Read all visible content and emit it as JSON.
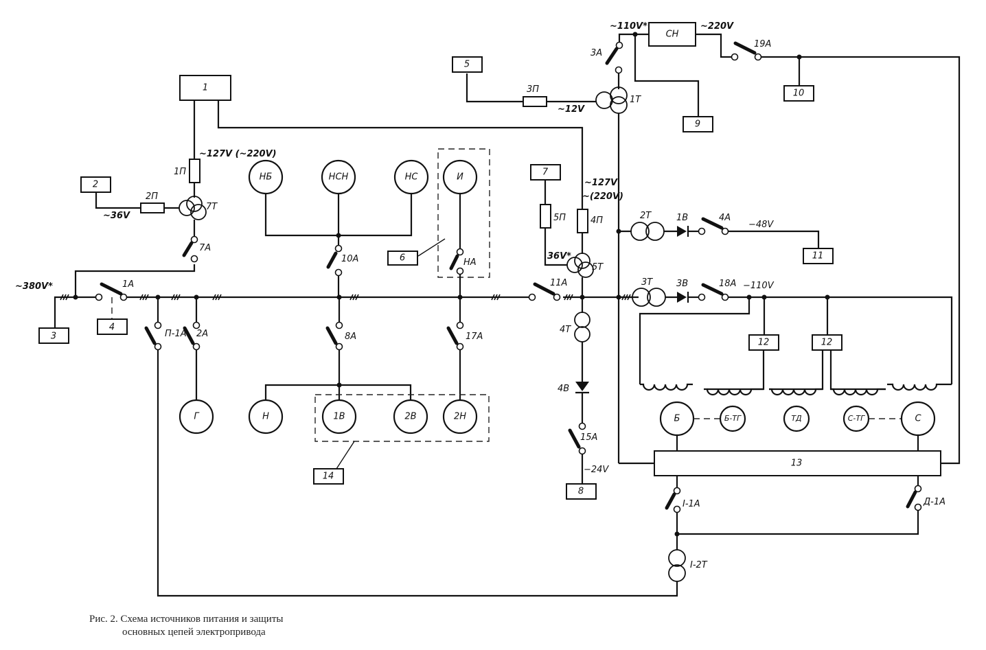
{
  "caption": {
    "line1": "Рис. 2. Схема источников питания и защиты",
    "line2": "основных цепей электропривода"
  },
  "blocks": {
    "b1": "1",
    "b2": "2",
    "b3": "3",
    "b4": "4",
    "b5": "5",
    "b6": "6",
    "b7": "7",
    "b8": "8",
    "b9": "9",
    "b10": "10",
    "b11": "11",
    "b12a": "12",
    "b12b": "12",
    "b13": "13",
    "b14": "14",
    "ch": "СН"
  },
  "machines": {
    "nb": "НБ",
    "nsn": "НСН",
    "ns": "НС",
    "i": "И",
    "g": "Г",
    "n": "Н",
    "v1": "1В",
    "v2": "2В",
    "n2": "2Н",
    "b": "Б",
    "btg": "Б-ТГ",
    "td": "ТД",
    "stg": "С-ТГ",
    "s": "С"
  },
  "switches": {
    "a1": "1А",
    "a2": "2А",
    "a3": "3А",
    "a4": "4А",
    "a7": "7А",
    "a8": "8А",
    "a10": "10А",
    "a11": "11А",
    "a15": "15А",
    "a17": "17А",
    "a18": "18А",
    "a19": "19А",
    "na": "НА",
    "p1a": "П-1А",
    "i1a": "I-1А",
    "d1a": "Д-1А"
  },
  "fuses": {
    "p1": "1П",
    "p2": "2П",
    "p3": "3П",
    "p4": "4П",
    "p5": "5П"
  },
  "transformers": {
    "t1": "1Т",
    "t2": "2Т",
    "t3": "3Т",
    "t4": "4Т",
    "t5": "5Т",
    "t7": "7Т",
    "i2t": "I-2Т"
  },
  "diodes": {
    "v1": "1В",
    "v3": "3В",
    "v4": "4В"
  },
  "voltages": {
    "v380": "~380V*",
    "v127": "~127V (~220V)",
    "v36": "~36V",
    "v12": "~12V",
    "v110ac": "~110V*",
    "v220": "~220V",
    "v127b": "~127V",
    "v220b": "~(220V)",
    "v36b": "36V*",
    "v48": "−48V",
    "v110dc": "−110V",
    "v24": "−24V"
  }
}
